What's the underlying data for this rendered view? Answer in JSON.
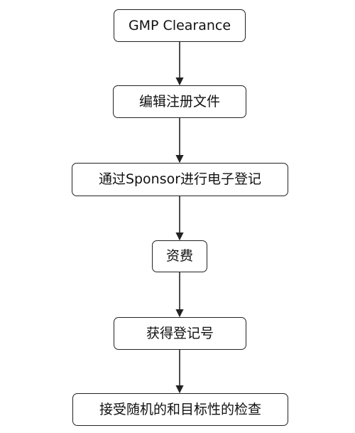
{
  "flowchart": {
    "steps": [
      "GMP Clearance",
      "编辑注册文件",
      "通过Sponsor进行电子登记",
      "资费",
      "获得登记号",
      "接受随机的和目标性的检查"
    ]
  },
  "colors": {
    "line": "#222222",
    "text": "#111111",
    "background": "#ffffff"
  }
}
